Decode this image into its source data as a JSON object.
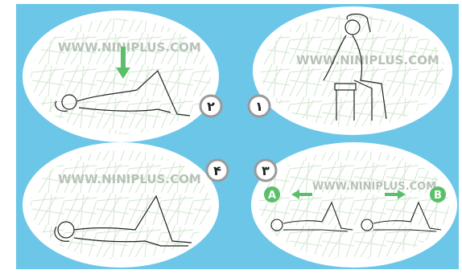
{
  "watermark": "WWW.NINIPLUS.COM",
  "panels": [
    {
      "number": "۱",
      "description_icon": "seated-stretch-figure"
    },
    {
      "number": "۲",
      "description_icon": "lying-knees-up-figure",
      "arrow": "down-arrow-icon"
    },
    {
      "number": "۳",
      "letters": [
        "A",
        "B"
      ],
      "description_icon": "pelvic-tilt-figures"
    },
    {
      "number": "۴",
      "description_icon": "lying-knee-raise-figure"
    }
  ],
  "colors": {
    "background": "#6cc6e8",
    "oval": "#ffffff",
    "accent_green": "#5bbf6a",
    "number_ring": "#9a9a9a",
    "line": "#222222",
    "watermark": "#b9c2b9"
  }
}
